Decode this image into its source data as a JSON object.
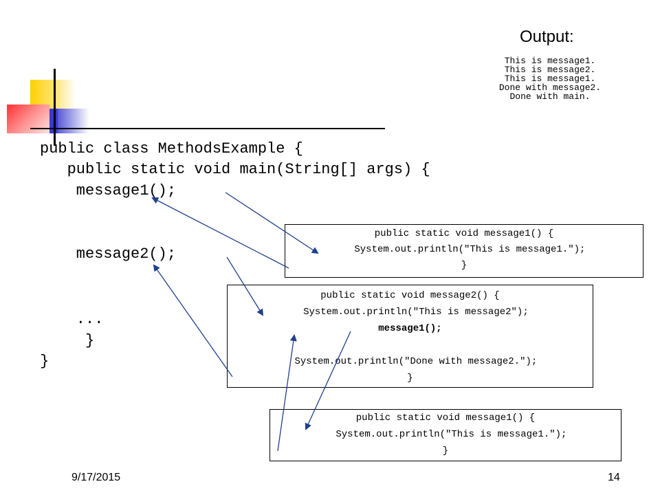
{
  "output": {
    "title": "Output:",
    "lines": [
      "This is message1.",
      "This is message2.",
      "This is message1.",
      "Done with message2.",
      "Done with main."
    ]
  },
  "main_code": {
    "lines": [
      "public class MethodsExample {",
      "   public static void main(String[] args) {",
      "    message1();",
      "    message2();",
      "    ...",
      "     }",
      "}"
    ]
  },
  "box_message1_top": {
    "lines": [
      "public static void message1() {",
      "  System.out.println(\"This is message1.\");",
      "}"
    ]
  },
  "box_message2": {
    "lines": [
      "public static void message2() {",
      "  System.out.println(\"This is message2\");",
      "message1();",
      "",
      "  System.out.println(\"Done with message2.\");",
      "}"
    ]
  },
  "box_message1_bottom": {
    "lines": [
      "public static void message1() {",
      "  System.out.println(\"This is message1.\");",
      "}"
    ]
  },
  "footer": {
    "date": "9/17/2015",
    "page": "14"
  },
  "colors": {
    "arrow": "#1f3f8f",
    "deco_yellow": "#ffd700",
    "deco_blue": "#3a3acc",
    "deco_red": "#ff4040"
  }
}
